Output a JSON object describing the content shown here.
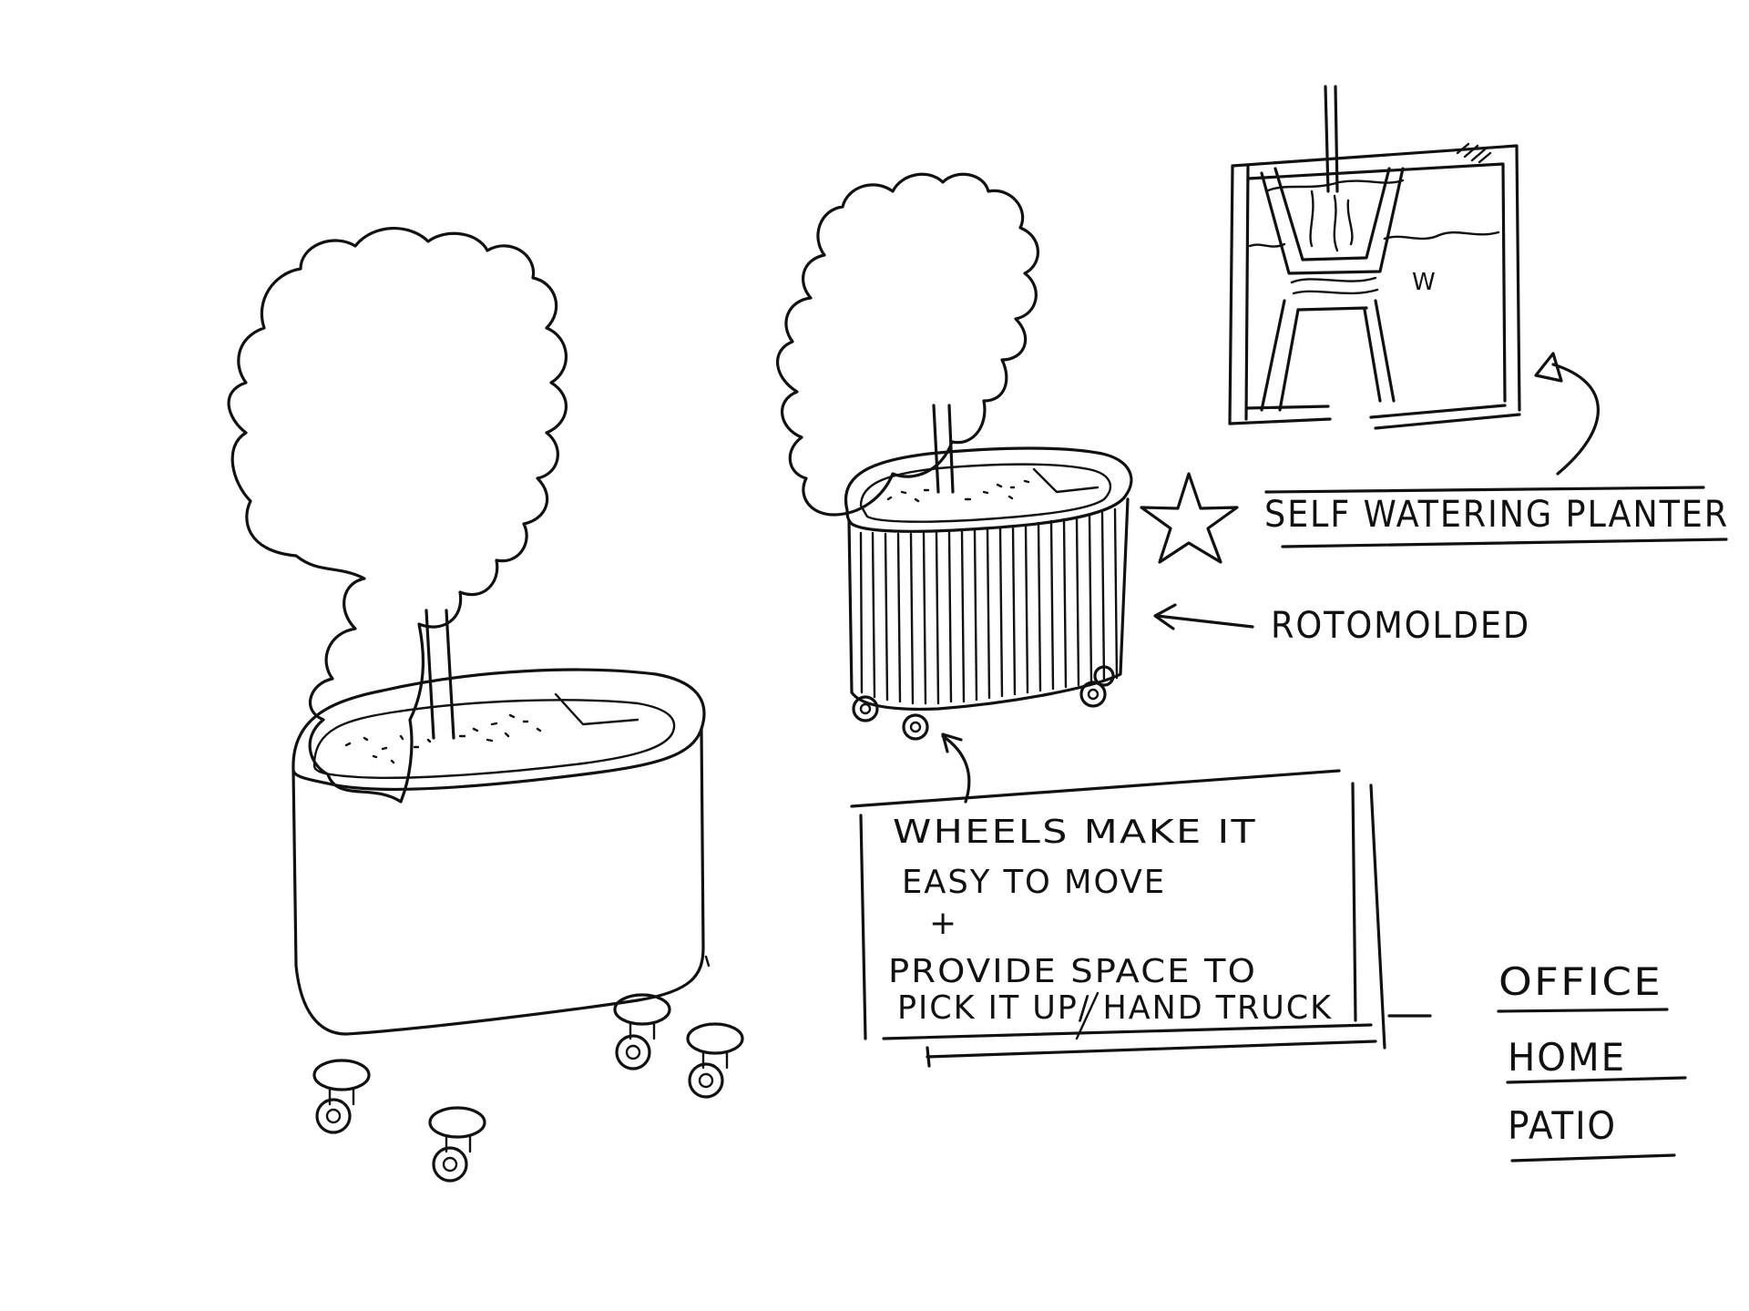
{
  "labels": {
    "self_watering": "SELF WATERING PLANTER",
    "rotomolded": "ROTOMOLDED",
    "water": "W"
  },
  "note": {
    "line1": "WHEELS MAKE IT",
    "line2": "EASY TO MOVE",
    "line3": "+",
    "line4": "PROVIDE  SPACE TO",
    "line5": "PICK IT UP/ HAND TRUCK"
  },
  "uses": [
    "OFFICE",
    "HOME",
    "PATIO"
  ],
  "ink_color": "#111111",
  "paper_color": "#ffffff"
}
